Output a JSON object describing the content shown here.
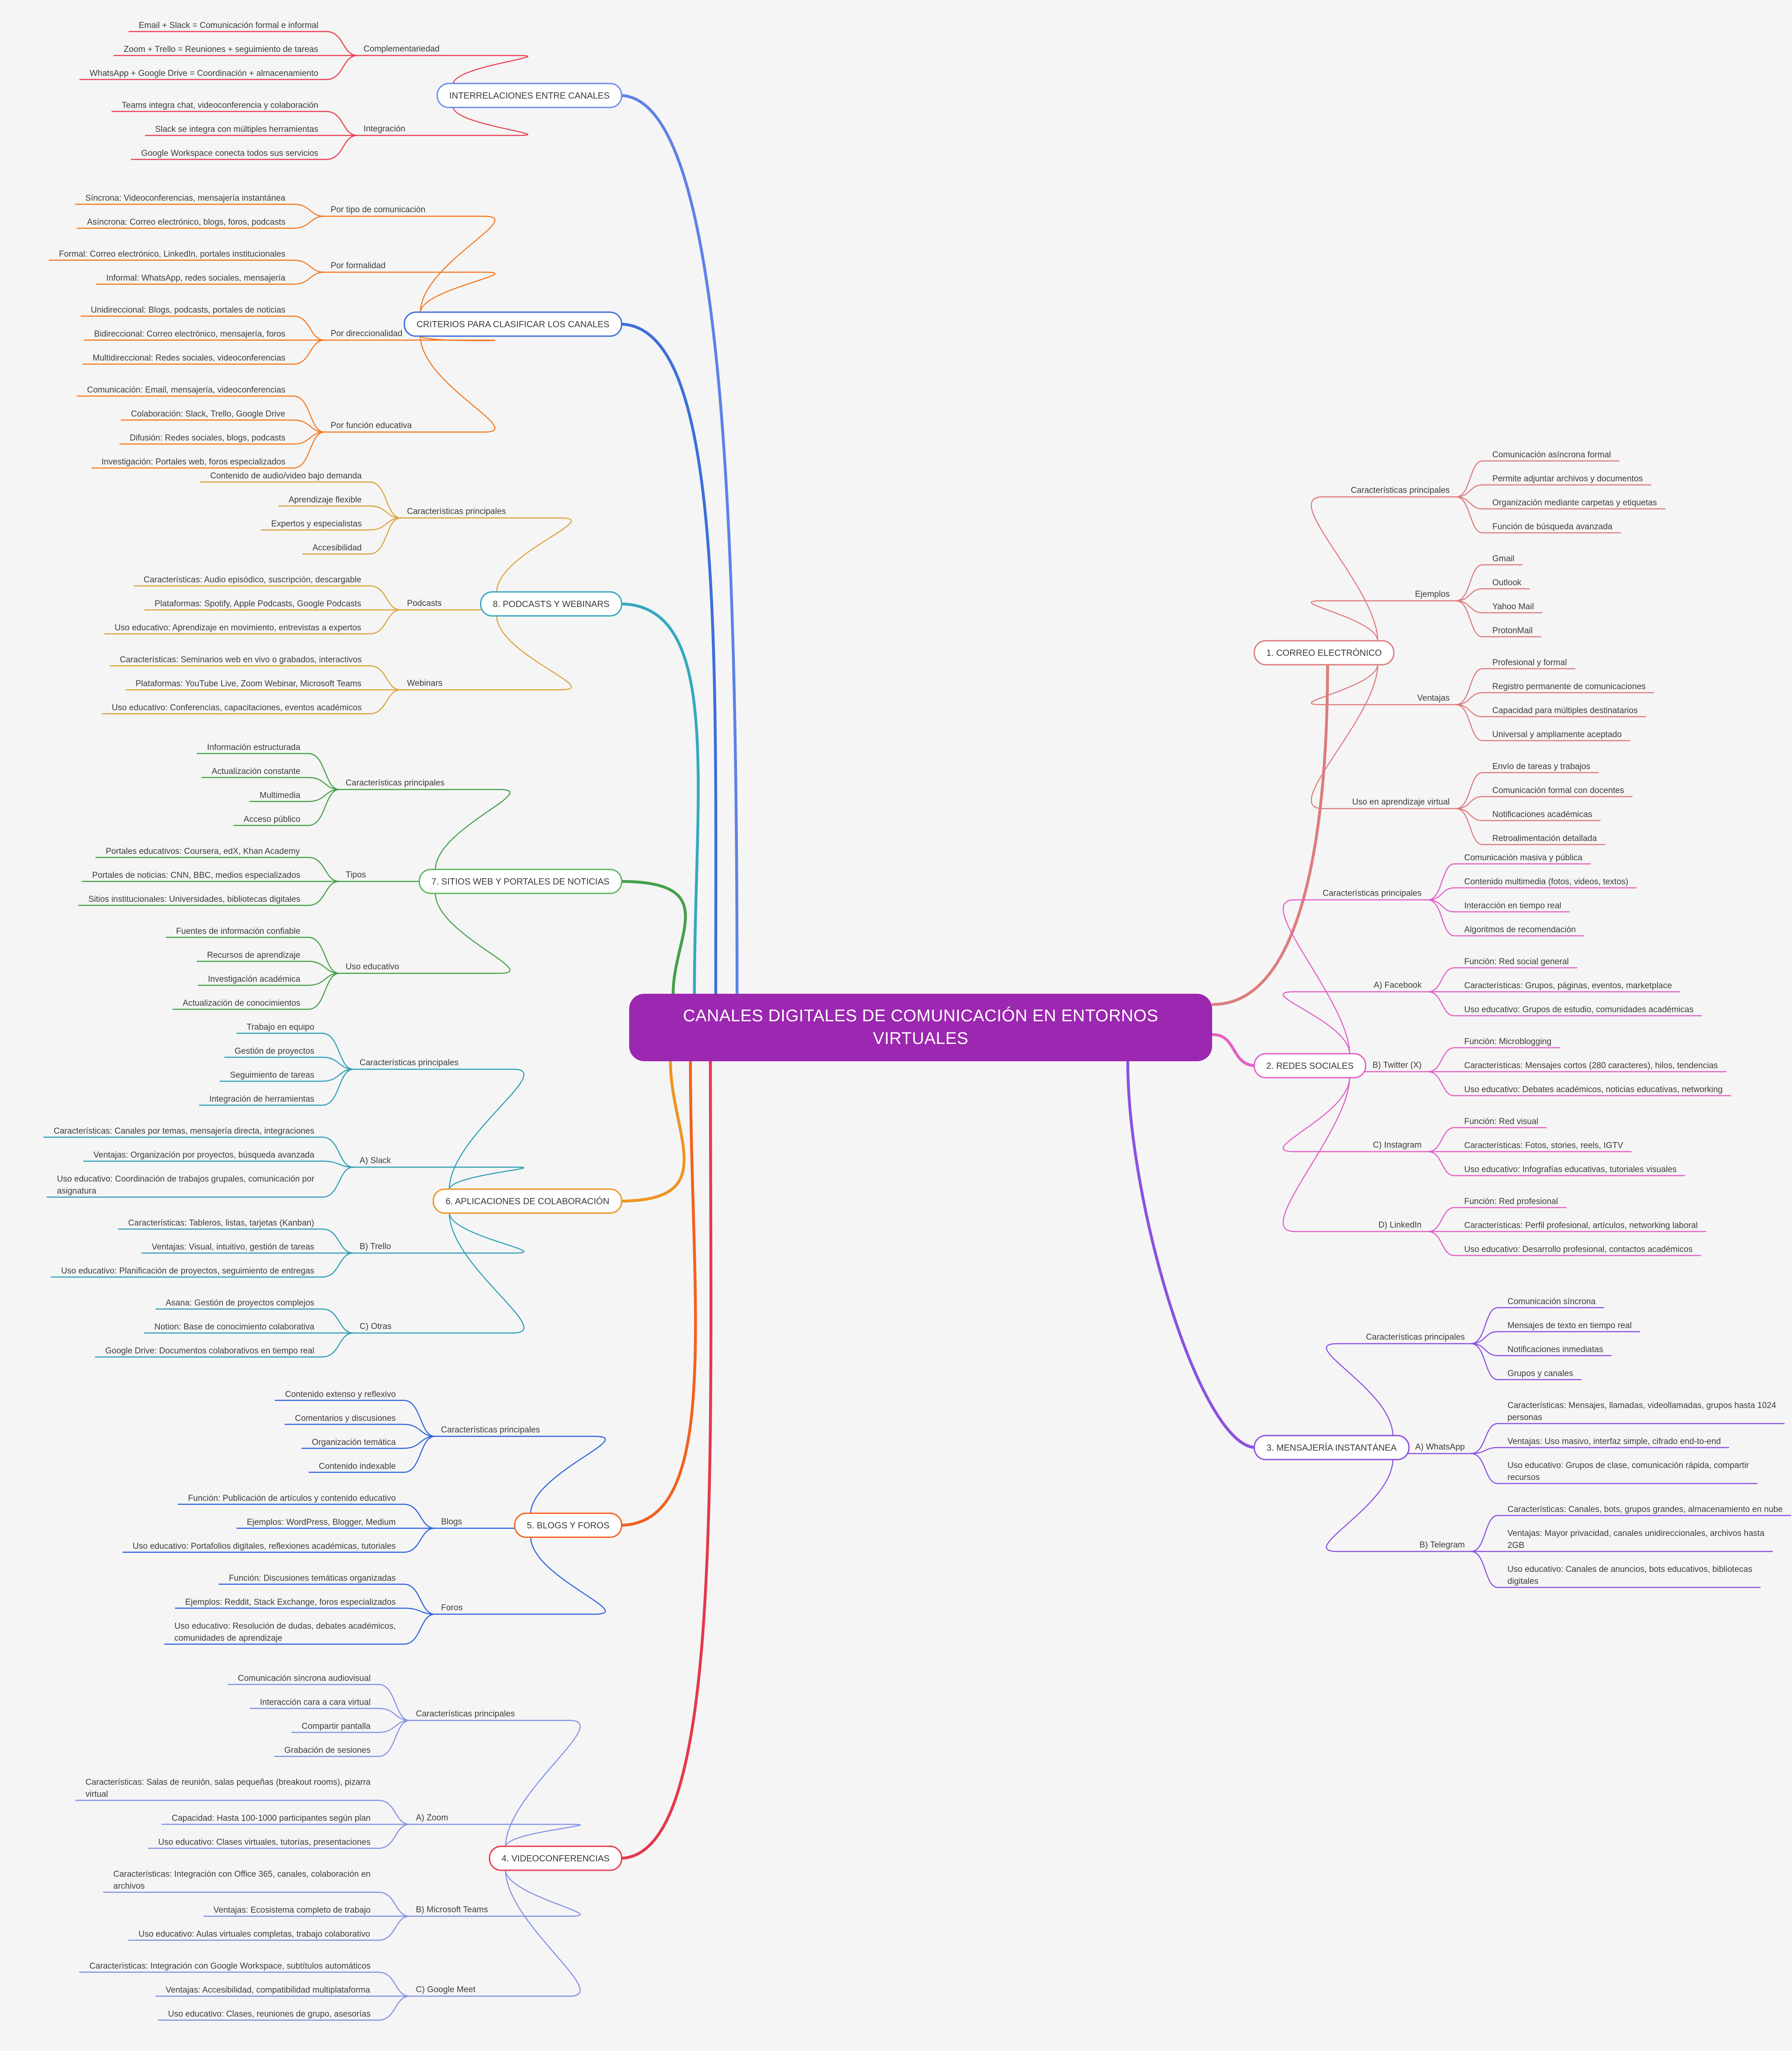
{
  "app": {
    "background": "#F5F5F6"
  },
  "central": {
    "label": "CANALES DIGITALES DE COMUNICACIÓN EN ENTORNOS VIRTUALES",
    "fill_color": "#9C27B0",
    "text_color": "#FFFFFF"
  },
  "branches": [
    {
      "id": "correo",
      "label": "1. CORREO ELECTRÓNICO",
      "side": "right",
      "color_link": "#DD7C7C",
      "color_sub": "#DD7C7C",
      "color_border": "#DD7C7C",
      "groups": [
        {
          "label": "Características principales",
          "items": [
            "Comunicación asíncrona formal",
            "Permite adjuntar archivos y documentos",
            "Organización mediante carpetas y etiquetas",
            "Función de búsqueda avanzada"
          ]
        },
        {
          "label": "Ejemplos",
          "items": [
            "Gmail",
            "Outlook",
            "Yahoo Mail",
            "ProtonMail"
          ]
        },
        {
          "label": "Ventajas",
          "items": [
            "Profesional y formal",
            "Registro permanente de comunicaciones",
            "Capacidad para múltiples destinatarios",
            "Universal y ampliamente aceptado"
          ]
        },
        {
          "label": "Uso en aprendizaje virtual",
          "items": [
            "Envío de tareas y trabajos",
            "Comunicación formal con docentes",
            "Notificaciones académicas",
            "Retroalimentación detallada"
          ]
        }
      ]
    },
    {
      "id": "redes",
      "label": "2. REDES SOCIALES",
      "side": "right",
      "color_link": "#E35FC4",
      "color_sub": "#E35FC4",
      "color_border": "#E35FC4",
      "groups": [
        {
          "label": "Características principales",
          "items": [
            "Comunicación masiva y pública",
            "Contenido multimedia (fotos, videos, textos)",
            "Interacción en tiempo real",
            "Algoritmos de recomendación"
          ]
        },
        {
          "label": "A) Facebook",
          "items": [
            "Función: Red social general",
            "Características: Grupos, páginas, eventos, marketplace",
            "Uso educativo: Grupos de estudio, comunidades académicas"
          ]
        },
        {
          "label": "B) Twitter (X)",
          "items": [
            "Función: Microblogging",
            "Características: Mensajes cortos (280 caracteres), hilos, tendencias",
            "Uso educativo: Debates académicos, noticias educativas, networking"
          ]
        },
        {
          "label": "C) Instagram",
          "items": [
            "Función: Red visual",
            "Características: Fotos, stories, reels, IGTV",
            "Uso educativo: Infografías educativas, tutoriales visuales"
          ]
        },
        {
          "label": "D) LinkedIn",
          "items": [
            "Función: Red profesional",
            "Características: Perfil profesional, artículos, networking laboral",
            "Uso educativo: Desarrollo profesional, contactos académicos"
          ]
        }
      ]
    },
    {
      "id": "mensajeria",
      "label": "3. MENSAJERÍA INSTANTÁNEA",
      "side": "right",
      "color_link": "#8B51E0",
      "color_sub": "#8B51E0",
      "color_border": "#8B51E0",
      "groups": [
        {
          "label": "Características principales",
          "items": [
            "Comunicación síncrona",
            "Mensajes de texto en tiempo real",
            "Notificaciones inmediatas",
            "Grupos y canales"
          ]
        },
        {
          "label": "A) WhatsApp",
          "items": [
            "Características: Mensajes, llamadas, videollamadas, grupos hasta 1024 personas",
            "Ventajas: Uso masivo, interfaz simple, cifrado end-to-end",
            "Uso educativo: Grupos de clase, comunicación rápida, compartir recursos"
          ]
        },
        {
          "label": "B) Telegram",
          "items": [
            "Características: Canales, bots, grupos grandes, almacenamiento en nube",
            "Ventajas: Mayor privacidad, canales unidireccionales, archivos hasta 2GB",
            "Uso educativo: Canales de anuncios, bots educativos, bibliotecas digitales"
          ]
        }
      ]
    },
    {
      "id": "video",
      "label": "4. VIDEOCONFERENCIAS",
      "side": "left",
      "color_link": "#E5394B",
      "color_sub": "#8392E3",
      "color_border": "#E5394B",
      "groups": [
        {
          "label": "Características principales",
          "items": [
            "Comunicación síncrona audiovisual",
            "Interacción cara a cara virtual",
            "Compartir pantalla",
            "Grabación de sesiones"
          ]
        },
        {
          "label": "A) Zoom",
          "items": [
            "Características: Salas de reunión, salas pequeñas (breakout rooms), pizarra virtual",
            "Capacidad: Hasta 100-1000 participantes según plan",
            "Uso educativo: Clases virtuales, tutorías, presentaciones"
          ]
        },
        {
          "label": "B) Microsoft Teams",
          "items": [
            "Características: Integración con Office 365, canales, colaboración en archivos",
            "Ventajas: Ecosistema completo de trabajo",
            "Uso educativo: Aulas virtuales completas, trabajo colaborativo"
          ]
        },
        {
          "label": "C) Google Meet",
          "items": [
            "Características: Integración con Google Workspace, subtítulos automáticos",
            "Ventajas: Accesibilidad, compatibilidad multiplataforma",
            "Uso educativo: Clases, reuniones de grupo, asesorías"
          ]
        }
      ]
    },
    {
      "id": "blogs",
      "label": "5. BLOGS Y FOROS",
      "side": "left",
      "color_link": "#F4611E",
      "color_sub": "#2D64DC",
      "color_border": "#F4611E",
      "groups": [
        {
          "label": "Características principales",
          "items": [
            "Contenido extenso y reflexivo",
            "Comentarios y discusiones",
            "Organización temática",
            "Contenido indexable"
          ]
        },
        {
          "label": "Blogs",
          "items": [
            "Función: Publicación de artículos y contenido educativo",
            "Ejemplos: WordPress, Blogger, Medium",
            "Uso educativo: Portafolios digitales, reflexiones académicas, tutoriales"
          ]
        },
        {
          "label": "Foros",
          "items": [
            "Función: Discusiones temáticas organizadas",
            "Ejemplos: Reddit, Stack Exchange, foros especializados",
            "Uso educativo: Resolución de dudas, debates académicos, comunidades de aprendizaje"
          ]
        }
      ]
    },
    {
      "id": "colaboracion",
      "label": "6. APLICACIONES DE COLABORACIÓN",
      "side": "left",
      "color_link": "#EE9420",
      "color_sub": "#2E9FB5",
      "color_border": "#EE9420",
      "groups": [
        {
          "label": "Características principales",
          "items": [
            "Trabajo en equipo",
            "Gestión de proyectos",
            "Seguimiento de tareas",
            "Integración de herramientas"
          ]
        },
        {
          "label": "A) Slack",
          "items": [
            "Características: Canales por temas, mensajería directa, integraciones",
            "Ventajas: Organización por proyectos, búsqueda avanzada",
            "Uso educativo: Coordinación de trabajos grupales, comunicación por asignatura"
          ]
        },
        {
          "label": "B) Trello",
          "items": [
            "Características: Tableros, listas, tarjetas (Kanban)",
            "Ventajas: Visual, intuitivo, gestión de tareas",
            "Uso educativo: Planificación de proyectos, seguimiento de entregas"
          ]
        },
        {
          "label": "C) Otras",
          "items": [
            "Asana: Gestión de proyectos complejos",
            "Notion: Base de conocimiento colaborativa",
            "Google Drive: Documentos colaborativos en tiempo real"
          ]
        }
      ]
    },
    {
      "id": "sitios",
      "label": "7. SITIOS WEB Y PORTALES DE NOTICIAS",
      "side": "left",
      "color_link": "#45A049",
      "color_sub": "#45A049",
      "color_border": "#5CB85C",
      "groups": [
        {
          "label": "Características principales",
          "items": [
            "Información estructurada",
            "Actualización constante",
            "Multimedia",
            "Acceso público"
          ]
        },
        {
          "label": "Tipos",
          "items": [
            "Portales educativos: Coursera, edX, Khan Academy",
            "Portales de noticias: CNN, BBC, medios especializados",
            "Sitios institucionales: Universidades, bibliotecas digitales"
          ]
        },
        {
          "label": "Uso educativo",
          "items": [
            "Fuentes de información confiable",
            "Recursos de aprendizaje",
            "Investigación académica",
            "Actualización de conocimientos"
          ]
        }
      ]
    },
    {
      "id": "podcasts",
      "label": "8. PODCASTS Y WEBINARS",
      "side": "left",
      "color_link": "#36A9BE",
      "color_sub": "#DFA23B",
      "color_border": "#36A9BE",
      "groups": [
        {
          "label": "Características principales",
          "items": [
            "Contenido de audio/video bajo demanda",
            "Aprendizaje flexible",
            "Expertos y especialistas",
            "Accesibilidad"
          ]
        },
        {
          "label": "Podcasts",
          "items": [
            "Características: Audio episódico, suscripción, descargable",
            "Plataformas: Spotify, Apple Podcasts, Google Podcasts",
            "Uso educativo: Aprendizaje en movimiento, entrevistas a expertos"
          ]
        },
        {
          "label": "Webinars",
          "items": [
            "Características: Seminarios web en vivo o grabados, interactivos",
            "Plataformas: YouTube Live, Zoom Webinar, Microsoft Teams",
            "Uso educativo: Conferencias, capacitaciones, eventos académicos"
          ]
        }
      ]
    },
    {
      "id": "criterios",
      "label": "CRITERIOS PARA CLASIFICAR LOS CANALES",
      "side": "left",
      "color_link": "#3D6FD8",
      "color_sub": "#F5791D",
      "color_border": "#3D6FD8",
      "groups": [
        {
          "label": "Por tipo de comunicación",
          "items": [
            "Síncrona: Videoconferencias, mensajería instantánea",
            "Asíncrona: Correo electrónico, blogs, foros, podcasts"
          ]
        },
        {
          "label": "Por formalidad",
          "items": [
            "Formal: Correo electrónico, LinkedIn, portales institucionales",
            "Informal: WhatsApp, redes sociales, mensajería"
          ]
        },
        {
          "label": "Por direccionalidad",
          "items": [
            "Unidireccional: Blogs, podcasts, portales de noticias",
            "Bidireccional: Correo electrónico, mensajería, foros",
            "Multidireccional: Redes sociales, videoconferencias"
          ]
        },
        {
          "label": "Por función educativa",
          "items": [
            "Comunicación: Email, mensajería, videoconferencias",
            "Colaboración: Slack, Trello, Google Drive",
            "Difusión: Redes sociales, blogs, podcasts",
            "Investigación: Portales web, foros especializados"
          ]
        }
      ]
    },
    {
      "id": "interrelaciones",
      "label": "INTERRELACIONES ENTRE CANALES",
      "side": "left",
      "color_link": "#5E81E8",
      "color_sub": "#E8404E",
      "color_border": "#6C8CEB",
      "groups": [
        {
          "label": "Complementariedad",
          "items": [
            "Email + Slack = Comunicación formal e informal",
            "Zoom + Trello = Reuniones + seguimiento de tareas",
            "WhatsApp + Google Drive = Coordinación + almacenamiento"
          ]
        },
        {
          "label": "Integración",
          "items": [
            "Teams integra chat, videoconferencia y colaboración",
            "Slack se integra con múltiples herramientas",
            "Google Workspace conecta todos sus servicios"
          ]
        }
      ]
    }
  ]
}
